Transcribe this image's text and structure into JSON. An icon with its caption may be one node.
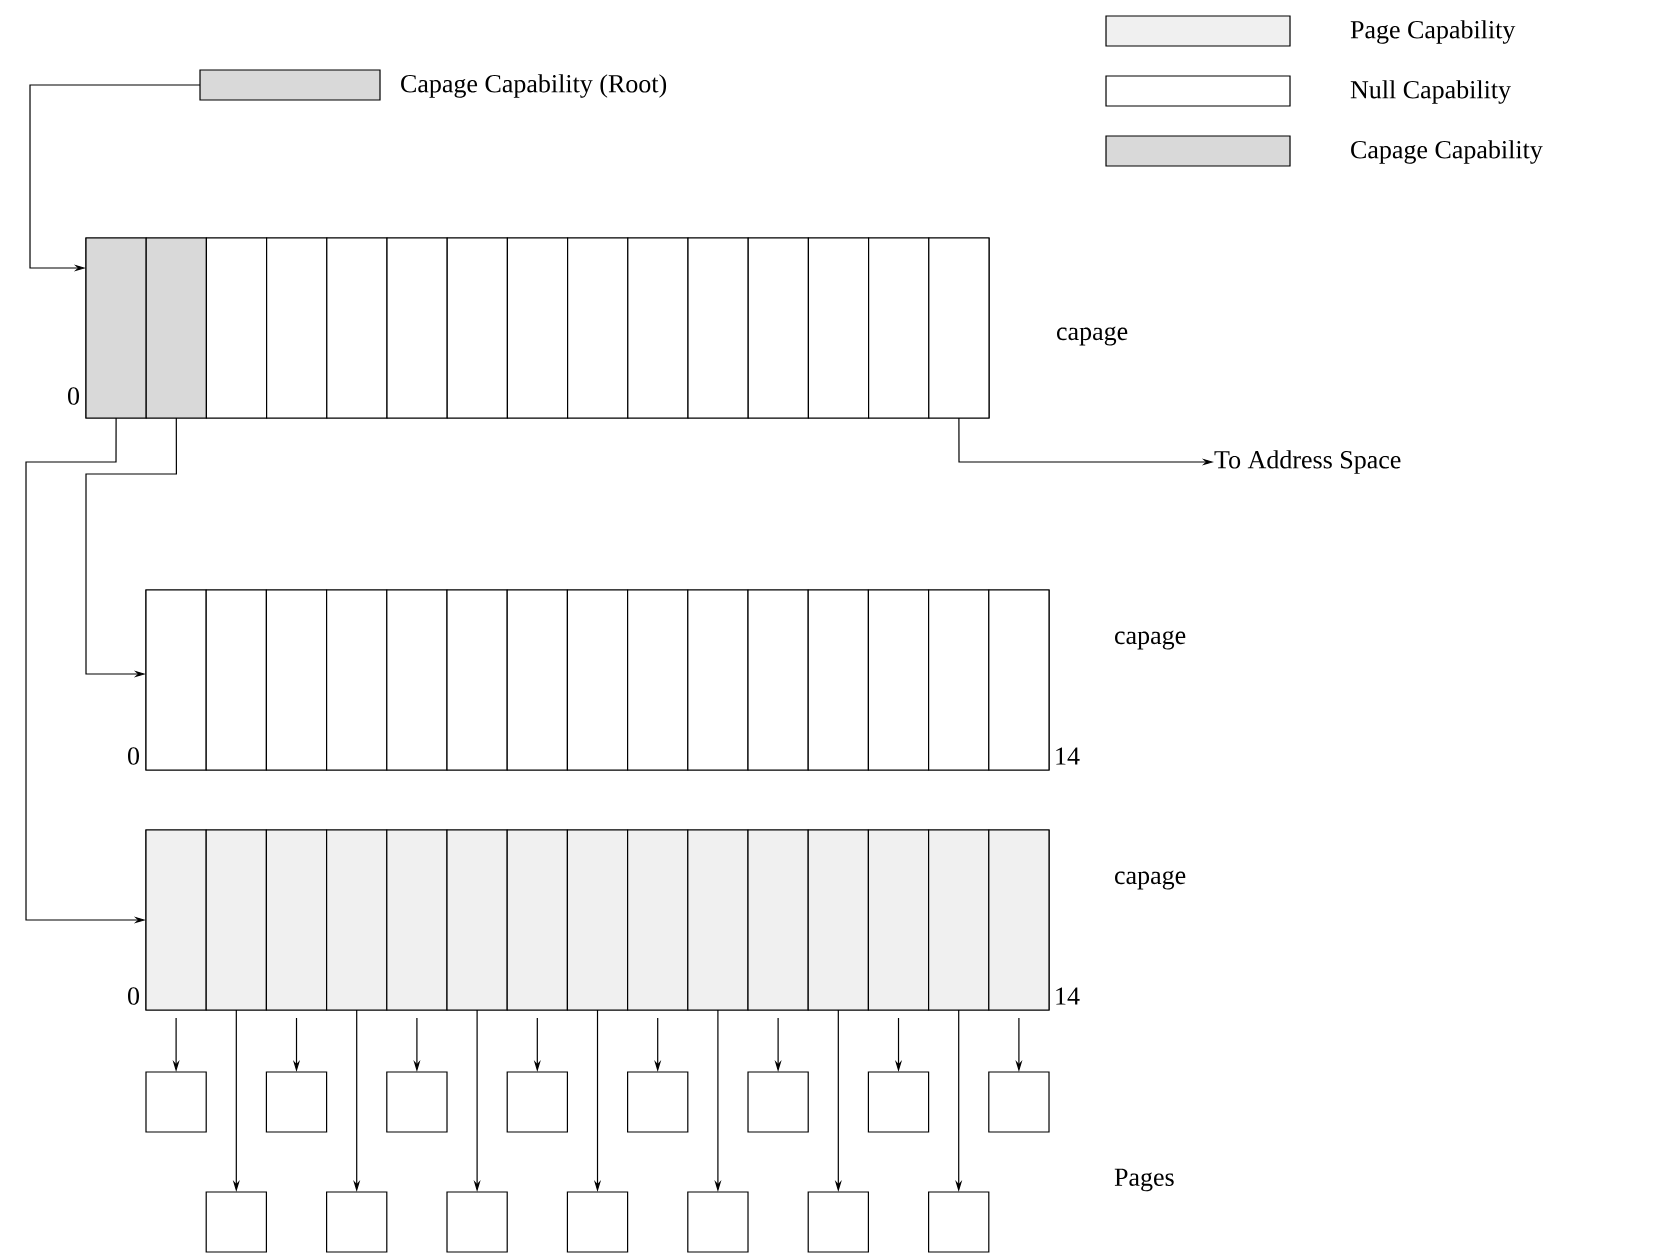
{
  "diagram": {
    "nodes": [
      {
        "text": [],
        "shape": "box",
        "beside": [
          "Capage Capability (Root)"
        ]
      },
      {
        "text": [],
        "shape": "box",
        "beside": [
          "capage",
          "0"
        ]
      },
      {
        "text": [],
        "shape": "box",
        "in": 1
      },
      {
        "text": [],
        "shape": "box",
        "in": 1
      },
      {
        "text": [],
        "shape": "box",
        "in": 1
      },
      {
        "text": [],
        "shape": "box",
        "in": 1
      },
      {
        "text": [],
        "shape": "box",
        "in": 1
      },
      {
        "text": [],
        "shape": "box",
        "in": 1
      },
      {
        "text": [],
        "shape": "box",
        "in": 1
      },
      {
        "text": [],
        "shape": "box",
        "in": 1
      },
      {
        "text": [],
        "shape": "box",
        "in": 1
      },
      {
        "text": [],
        "shape": "box",
        "in": 1
      },
      {
        "text": [],
        "shape": "box",
        "in": 1
      },
      {
        "text": [],
        "shape": "box",
        "in": 1
      },
      {
        "text": [],
        "shape": "box",
        "in": 1
      },
      {
        "text": [],
        "shape": "box",
        "in": 1
      },
      {
        "text": [],
        "shape": "box",
        "in": 1
      },
      {
        "text": [
          "To Address Space"
        ]
      },
      {
        "text": [],
        "shape": "box",
        "beside": [
          "capage",
          "0",
          "14"
        ]
      },
      {
        "text": [],
        "shape": "box",
        "in": 18
      },
      {
        "text": [],
        "shape": "box",
        "in": 18
      },
      {
        "text": [],
        "shape": "box",
        "in": 18
      },
      {
        "text": [],
        "shape": "box",
        "in": 18
      },
      {
        "text": [],
        "shape": "box",
        "in": 18
      },
      {
        "text": [],
        "shape": "box",
        "in": 18
      },
      {
        "text": [],
        "shape": "box",
        "in": 18
      },
      {
        "text": [],
        "shape": "box",
        "in": 18
      },
      {
        "text": [],
        "shape": "box",
        "in": 18
      },
      {
        "text": [],
        "shape": "box",
        "in": 18
      },
      {
        "text": [],
        "shape": "box",
        "in": 18
      },
      {
        "text": [],
        "shape": "box",
        "in": 18
      },
      {
        "text": [],
        "shape": "box",
        "in": 18
      },
      {
        "text": [],
        "shape": "box",
        "in": 18
      },
      {
        "text": [],
        "shape": "box",
        "in": 18
      },
      {
        "text": [],
        "shape": "box",
        "beside": [
          "capage",
          "0",
          "14"
        ]
      },
      {
        "text": [],
        "shape": "box",
        "in": 34
      },
      {
        "text": [],
        "shape": "box",
        "in": 34
      },
      {
        "text": [],
        "shape": "box",
        "in": 34
      },
      {
        "text": [],
        "shape": "box",
        "in": 34
      },
      {
        "text": [],
        "shape": "box",
        "in": 34
      },
      {
        "text": [],
        "shape": "box",
        "in": 34
      },
      {
        "text": [],
        "shape": "box",
        "in": 34
      },
      {
        "text": [],
        "shape": "box",
        "in": 34
      },
      {
        "text": [],
        "shape": "box",
        "in": 34
      },
      {
        "text": [],
        "shape": "box",
        "in": 34
      },
      {
        "text": [],
        "shape": "box",
        "in": 34
      },
      {
        "text": [],
        "shape": "box",
        "in": 34
      },
      {
        "text": [],
        "shape": "box",
        "in": 34
      },
      {
        "text": [],
        "shape": "box",
        "in": 34
      },
      {
        "text": [],
        "shape": "box",
        "in": 34
      },
      {
        "text": [],
        "shape": "box"
      },
      {
        "text": [],
        "shape": "box"
      },
      {
        "text": [],
        "shape": "box"
      },
      {
        "text": [],
        "shape": "box"
      },
      {
        "text": [],
        "shape": "box"
      },
      {
        "text": [],
        "shape": "box"
      },
      {
        "text": [],
        "shape": "box"
      },
      {
        "text": [],
        "shape": "box"
      },
      {
        "text": [],
        "shape": "box"
      },
      {
        "text": [],
        "shape": "box"
      },
      {
        "text": [],
        "shape": "box"
      },
      {
        "text": [],
        "shape": "box"
      },
      {
        "text": [],
        "shape": "box"
      },
      {
        "text": [],
        "shape": "box"
      },
      {
        "text": [],
        "shape": "box"
      }
    ],
    "edges": [
      {
        "from": 0,
        "to": 1,
        "arrow": "to"
      },
      {
        "from": 2,
        "to": 34,
        "arrow": "to"
      },
      {
        "from": 3,
        "to": 18,
        "arrow": "to"
      },
      {
        "from": 16,
        "to": 17,
        "arrow": "to"
      },
      {
        "from": 35,
        "to": 50,
        "arrow": "to"
      },
      {
        "from": 36,
        "to": 58,
        "arrow": "to"
      },
      {
        "from": 37,
        "to": 51,
        "arrow": "to"
      },
      {
        "from": 38,
        "to": 59,
        "arrow": "to"
      },
      {
        "from": 39,
        "to": 52,
        "arrow": "to"
      },
      {
        "from": 40,
        "to": 60,
        "arrow": "to"
      },
      {
        "from": 41,
        "to": 53,
        "arrow": "to"
      },
      {
        "from": 42,
        "to": 61,
        "arrow": "to"
      },
      {
        "from": 43,
        "to": 54,
        "arrow": "to"
      },
      {
        "from": 44,
        "to": 62,
        "arrow": "to"
      },
      {
        "from": 45,
        "to": 55,
        "arrow": "to"
      },
      {
        "from": 46,
        "to": 63,
        "arrow": "to"
      },
      {
        "from": 47,
        "to": 56,
        "arrow": "to"
      },
      {
        "from": 48,
        "to": 64,
        "arrow": "to"
      },
      {
        "from": 49,
        "to": 57,
        "arrow": "to"
      }
    ],
    "labels": [
      "Pages"
    ],
    "legend": [
      {
        "text": "Page Capability",
        "color": "#f0f0f0"
      },
      {
        "text": "Null Capability"
      },
      {
        "text": "Capage Capability",
        "color": "#d9d9d9"
      }
    ]
  }
}
